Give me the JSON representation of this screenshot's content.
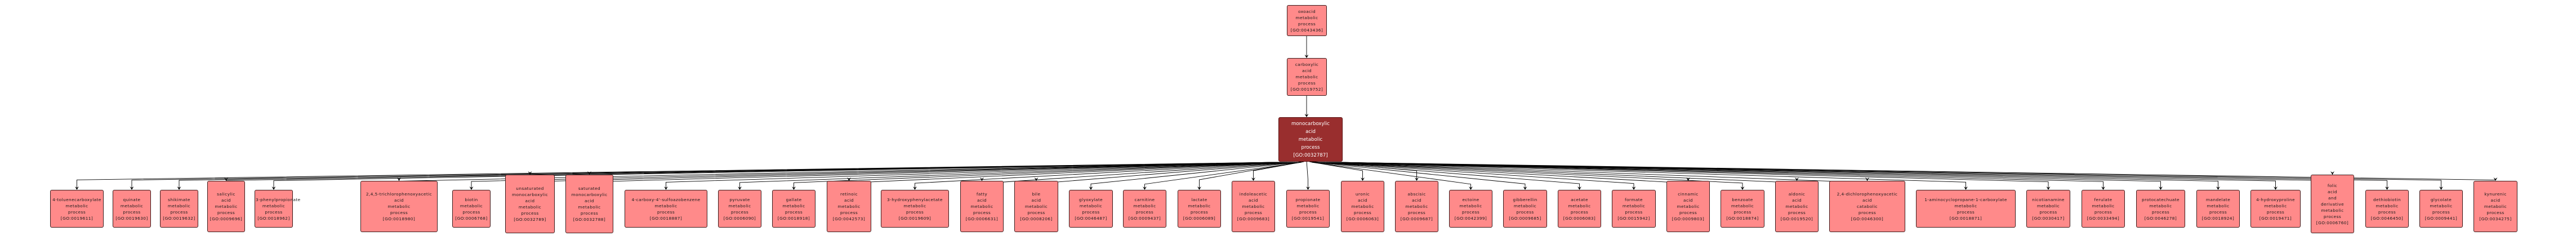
{
  "graph": {
    "colors": {
      "node_fill": "#ff8a8a",
      "focus_fill": "#992e2e",
      "edge": "#000000"
    },
    "ancestors": [
      {
        "id": "GO:0043436",
        "lines": [
          "oxoacid",
          "metabolic",
          "process"
        ]
      },
      {
        "id": "GO:0019752",
        "lines": [
          "carboxylic",
          "acid",
          "metabolic",
          "process"
        ]
      }
    ],
    "focus": {
      "id": "GO:0032787",
      "lines": [
        "monocarboxylic",
        "acid",
        "metabolic",
        "process"
      ]
    },
    "children": [
      {
        "id": "GO:0019611",
        "lines": [
          "4-toluenecarboxylate",
          "metabolic",
          "process"
        ]
      },
      {
        "id": "GO:0019630",
        "lines": [
          "quinate",
          "metabolic",
          "process"
        ]
      },
      {
        "id": "GO:0019632",
        "lines": [
          "shikimate",
          "metabolic",
          "process"
        ]
      },
      {
        "id": "GO:0009696",
        "lines": [
          "salicylic",
          "acid",
          "metabolic",
          "process"
        ]
      },
      {
        "id": "GO:0018962",
        "lines": [
          "3-phenylpropionate",
          "metabolic",
          "process"
        ]
      },
      {
        "id": "GO:0018980",
        "lines": [
          "2,4,5-trichlorophenoxyacetic",
          "acid",
          "metabolic",
          "process"
        ]
      },
      {
        "id": "GO:0006768",
        "lines": [
          "biotin",
          "metabolic",
          "process"
        ]
      },
      {
        "id": "GO:0032789",
        "lines": [
          "unsaturated",
          "monocarboxylic",
          "acid",
          "metabolic",
          "process"
        ]
      },
      {
        "id": "GO:0032788",
        "lines": [
          "saturated",
          "monocarboxylic",
          "acid",
          "metabolic",
          "process"
        ]
      },
      {
        "id": "GO:0018887",
        "lines": [
          "4-carboxy-4'-sulfoazobenzene",
          "metabolic",
          "process"
        ]
      },
      {
        "id": "GO:0006090",
        "lines": [
          "pyruvate",
          "metabolic",
          "process"
        ]
      },
      {
        "id": "GO:0018918",
        "lines": [
          "gallate",
          "metabolic",
          "process"
        ]
      },
      {
        "id": "GO:0042573",
        "lines": [
          "retinoic",
          "acid",
          "metabolic",
          "process"
        ]
      },
      {
        "id": "GO:0019609",
        "lines": [
          "3-hydroxyphenylacetate",
          "metabolic",
          "process"
        ]
      },
      {
        "id": "GO:0006631",
        "lines": [
          "fatty",
          "acid",
          "metabolic",
          "process"
        ]
      },
      {
        "id": "GO:0008206",
        "lines": [
          "bile",
          "acid",
          "metabolic",
          "process"
        ]
      },
      {
        "id": "GO:0046487",
        "lines": [
          "glyoxylate",
          "metabolic",
          "process"
        ]
      },
      {
        "id": "GO:0009437",
        "lines": [
          "carnitine",
          "metabolic",
          "process"
        ]
      },
      {
        "id": "GO:0006089",
        "lines": [
          "lactate",
          "metabolic",
          "process"
        ]
      },
      {
        "id": "GO:0009683",
        "lines": [
          "indoleacetic",
          "acid",
          "metabolic",
          "process"
        ]
      },
      {
        "id": "GO:0019541",
        "lines": [
          "propionate",
          "metabolic",
          "process"
        ]
      },
      {
        "id": "GO:0006063",
        "lines": [
          "uronic",
          "acid",
          "metabolic",
          "process"
        ]
      },
      {
        "id": "GO:0009687",
        "lines": [
          "abscisic",
          "acid",
          "metabolic",
          "process"
        ]
      },
      {
        "id": "GO:0042399",
        "lines": [
          "ectoine",
          "metabolic",
          "process"
        ]
      },
      {
        "id": "GO:0009685",
        "lines": [
          "gibberellin",
          "metabolic",
          "process"
        ]
      },
      {
        "id": "GO:0006083",
        "lines": [
          "acetate",
          "metabolic",
          "process"
        ]
      },
      {
        "id": "GO:0015942",
        "lines": [
          "formate",
          "metabolic",
          "process"
        ]
      },
      {
        "id": "GO:0009803",
        "lines": [
          "cinnamic",
          "acid",
          "metabolic",
          "process"
        ]
      },
      {
        "id": "GO:0018874",
        "lines": [
          "benzoate",
          "metabolic",
          "process"
        ]
      },
      {
        "id": "GO:0019520",
        "lines": [
          "aldonic",
          "acid",
          "metabolic",
          "process"
        ]
      },
      {
        "id": "GO:0046300",
        "lines": [
          "2,4-dichlorophenoxyacetic",
          "acid",
          "catabolic",
          "process"
        ]
      },
      {
        "id": "GO:0018871",
        "lines": [
          "1-aminocyclopropane-1-carboxylate",
          "metabolic",
          "process"
        ]
      },
      {
        "id": "GO:0030417",
        "lines": [
          "nicotianamine",
          "metabolic",
          "process"
        ]
      },
      {
        "id": "GO:0033494",
        "lines": [
          "ferulate",
          "metabolic",
          "process"
        ]
      },
      {
        "id": "GO:0046278",
        "lines": [
          "protocatechuate",
          "metabolic",
          "process"
        ]
      },
      {
        "id": "GO:0018924",
        "lines": [
          "mandelate",
          "metabolic",
          "process"
        ]
      },
      {
        "id": "GO:0019471",
        "lines": [
          "4-hydroxyproline",
          "metabolic",
          "process"
        ]
      },
      {
        "id": "GO:0006760",
        "lines": [
          "folic",
          "acid",
          "and",
          "derivative",
          "metabolic",
          "process"
        ]
      },
      {
        "id": "GO:0046450",
        "lines": [
          "dethiobiotin",
          "metabolic",
          "process"
        ]
      },
      {
        "id": "GO:0009441",
        "lines": [
          "glycolate",
          "metabolic",
          "process"
        ]
      },
      {
        "id": "GO:0034275",
        "lines": [
          "kynurenic",
          "acid",
          "metabolic",
          "process"
        ]
      }
    ]
  }
}
